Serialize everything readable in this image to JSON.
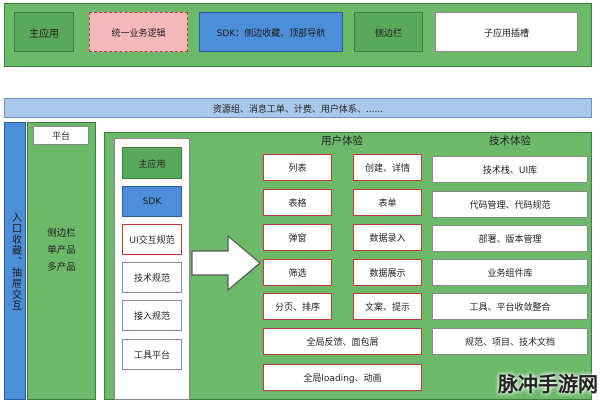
{
  "top_bar": {
    "main_app": "主应用",
    "unified_logic": "统一业务逻辑",
    "sdk": "SDK：侧边收藏、顶部导航",
    "sidebar": "侧边栏",
    "sub_app_slot": "子应用插槽"
  },
  "resource_bar": "资源组、消息工单、计费、用户体系、......",
  "left_column": {
    "vertical_text": "入口收藏、抽屉交互"
  },
  "platform": {
    "header": "平台",
    "lines": [
      "侧边栏",
      "单产品",
      "多产品"
    ]
  },
  "stack": [
    "主应用",
    "SDK",
    "UI交互规范",
    "技术规范",
    "接入规范",
    "工具平台"
  ],
  "user_experience": {
    "title": "用户体验",
    "left": [
      "列表",
      "表格",
      "弹窗",
      "筛选",
      "分页、排序"
    ],
    "right": [
      "创建、详情",
      "表单",
      "数据录入",
      "数据展示",
      "文案、提示"
    ],
    "wide": [
      "全局反馈、面包屑",
      "全局loading、动画"
    ]
  },
  "tech_experience": {
    "title": "技术体验",
    "items": [
      "技术栈、UI库",
      "代码管理、代码规范",
      "部署、版本管理",
      "业务组件库",
      "工具、平台收敛整合",
      "规范、项目、技术文档"
    ]
  },
  "watermark": "脉冲手游网",
  "colors": {
    "green": "#6cb96a",
    "blue": "#4c8fd8",
    "pink": "#f5b8bb",
    "red_border": "#c23b3b",
    "light_blue": "#a9c8ec"
  }
}
